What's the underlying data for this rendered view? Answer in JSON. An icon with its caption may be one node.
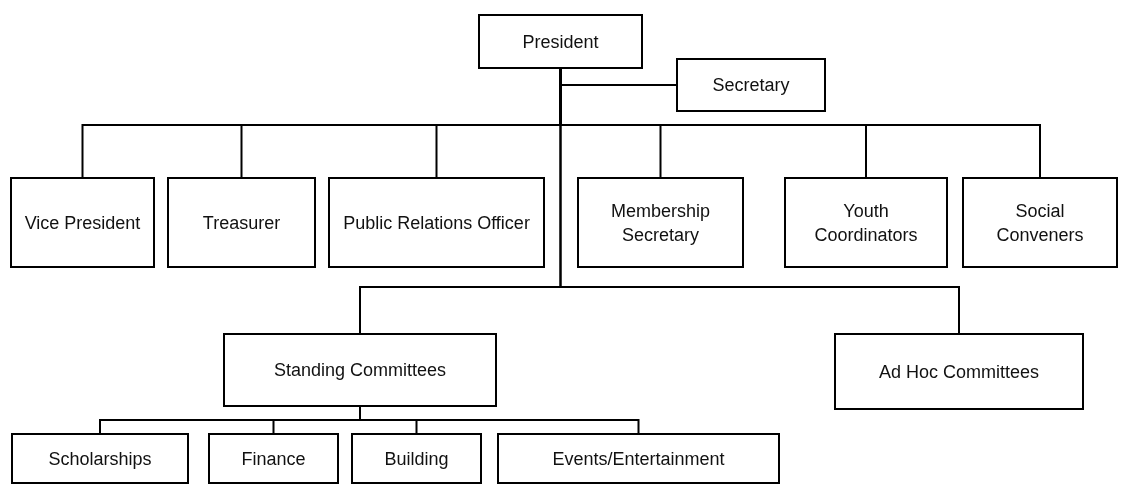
{
  "diagram": {
    "nodes": [
      {
        "text": [
          "President"
        ]
      },
      {
        "text": [
          "Secretary"
        ]
      },
      {
        "text": [
          "Vice President"
        ]
      },
      {
        "text": [
          "Treasurer"
        ]
      },
      {
        "text": [
          "Public Relations Officer"
        ]
      },
      {
        "text": [
          "Membership Secretary"
        ]
      },
      {
        "text": [
          "Youth Coordinators"
        ]
      },
      {
        "text": [
          "Social Conveners"
        ]
      },
      {
        "text": [
          "Standing Committees"
        ]
      },
      {
        "text": [
          "Ad Hoc Committees"
        ]
      },
      {
        "text": [
          "Scholarships"
        ]
      },
      {
        "text": [
          "Finance"
        ]
      },
      {
        "text": [
          "Building"
        ]
      },
      {
        "text": [
          "Events/Entertainment"
        ]
      }
    ],
    "edges": [
      {
        "from": 0,
        "to": 1,
        "arrow": "none"
      },
      {
        "from": 0,
        "to": 2,
        "arrow": "none"
      },
      {
        "from": 0,
        "to": 3,
        "arrow": "none"
      },
      {
        "from": 0,
        "to": 4,
        "arrow": "none"
      },
      {
        "from": 0,
        "to": 5,
        "arrow": "none"
      },
      {
        "from": 0,
        "to": 6,
        "arrow": "none"
      },
      {
        "from": 0,
        "to": 7,
        "arrow": "none"
      },
      {
        "from": 0,
        "to": 8,
        "arrow": "none"
      },
      {
        "from": 0,
        "to": 9,
        "arrow": "none"
      },
      {
        "from": 8,
        "to": 10,
        "arrow": "none"
      },
      {
        "from": 8,
        "to": 11,
        "arrow": "none"
      },
      {
        "from": 8,
        "to": 12,
        "arrow": "none"
      },
      {
        "from": 8,
        "to": 13,
        "arrow": "none"
      }
    ]
  }
}
